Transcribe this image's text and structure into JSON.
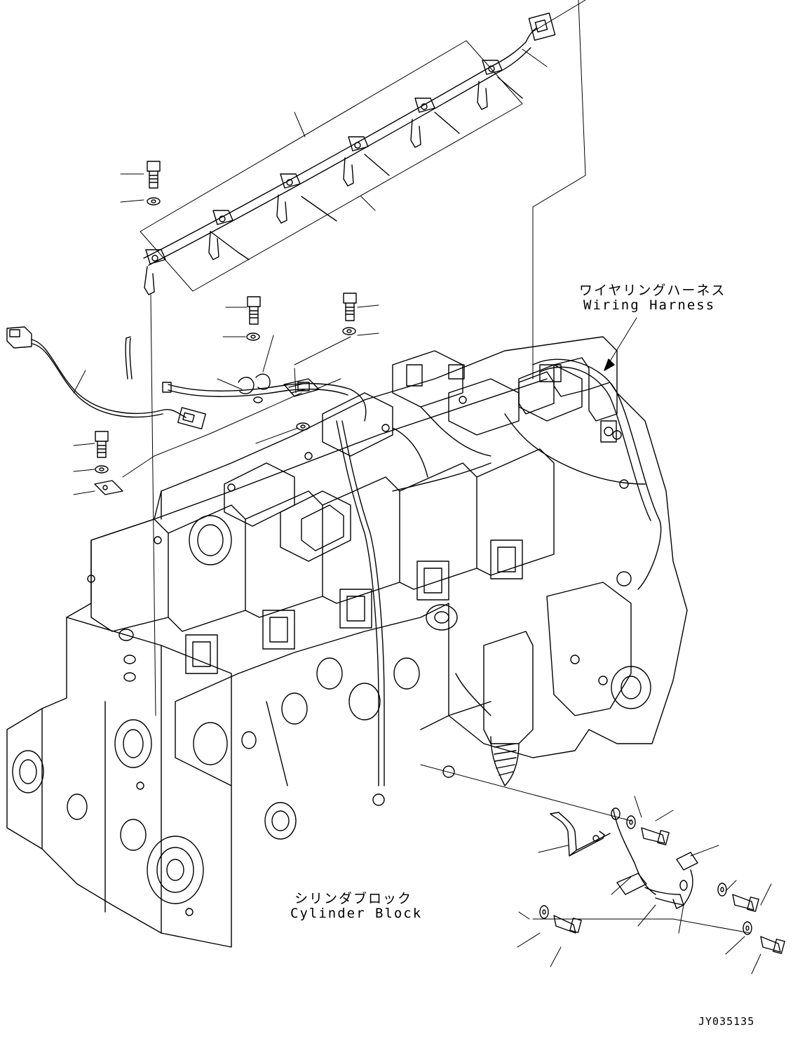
{
  "labels": {
    "wiring_harness_jp": "ワイヤリングハーネス",
    "wiring_harness_en": "Wiring Harness",
    "cylinder_block_jp": "シリンダブロック",
    "cylinder_block_en": "Cylinder Block",
    "drawing_code": "JY035135"
  },
  "icons": {
    "bolt": "bolt-icon",
    "washer": "washer-icon",
    "clamp": "clamp-icon",
    "connector": "connector-icon"
  },
  "colors": {
    "line": "#000000",
    "background": "#ffffff"
  }
}
